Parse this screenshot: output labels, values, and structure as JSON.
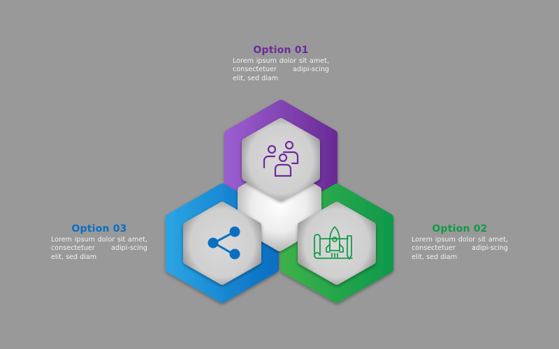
{
  "background": "#999999",
  "options": [
    {
      "id": "01",
      "title": "Option 01",
      "description": "Lorem ipsum dolor sit amet, consectetuer adipi-scing elit, sed diam",
      "color": "#7b3aa8",
      "gradient": [
        "#9b5dd0",
        "#6a2c96"
      ],
      "icon": "team-people-icon"
    },
    {
      "id": "02",
      "title": "Option 02",
      "description": "Lorem ipsum dolor sit amet, consectetuer adipi-scing elit, sed diam",
      "color": "#16a04a",
      "gradient": [
        "#3cb14a",
        "#0f9a4c"
      ],
      "icon": "rocket-blueprint-icon"
    },
    {
      "id": "03",
      "title": "Option 03",
      "description": "Lorem ipsum dolor sit amet, consectetuer adipi-scing elit, sed diam",
      "color": "#0b72c4",
      "gradient": [
        "#2aa3e4",
        "#0a6fc2"
      ],
      "icon": "share-icon"
    }
  ]
}
